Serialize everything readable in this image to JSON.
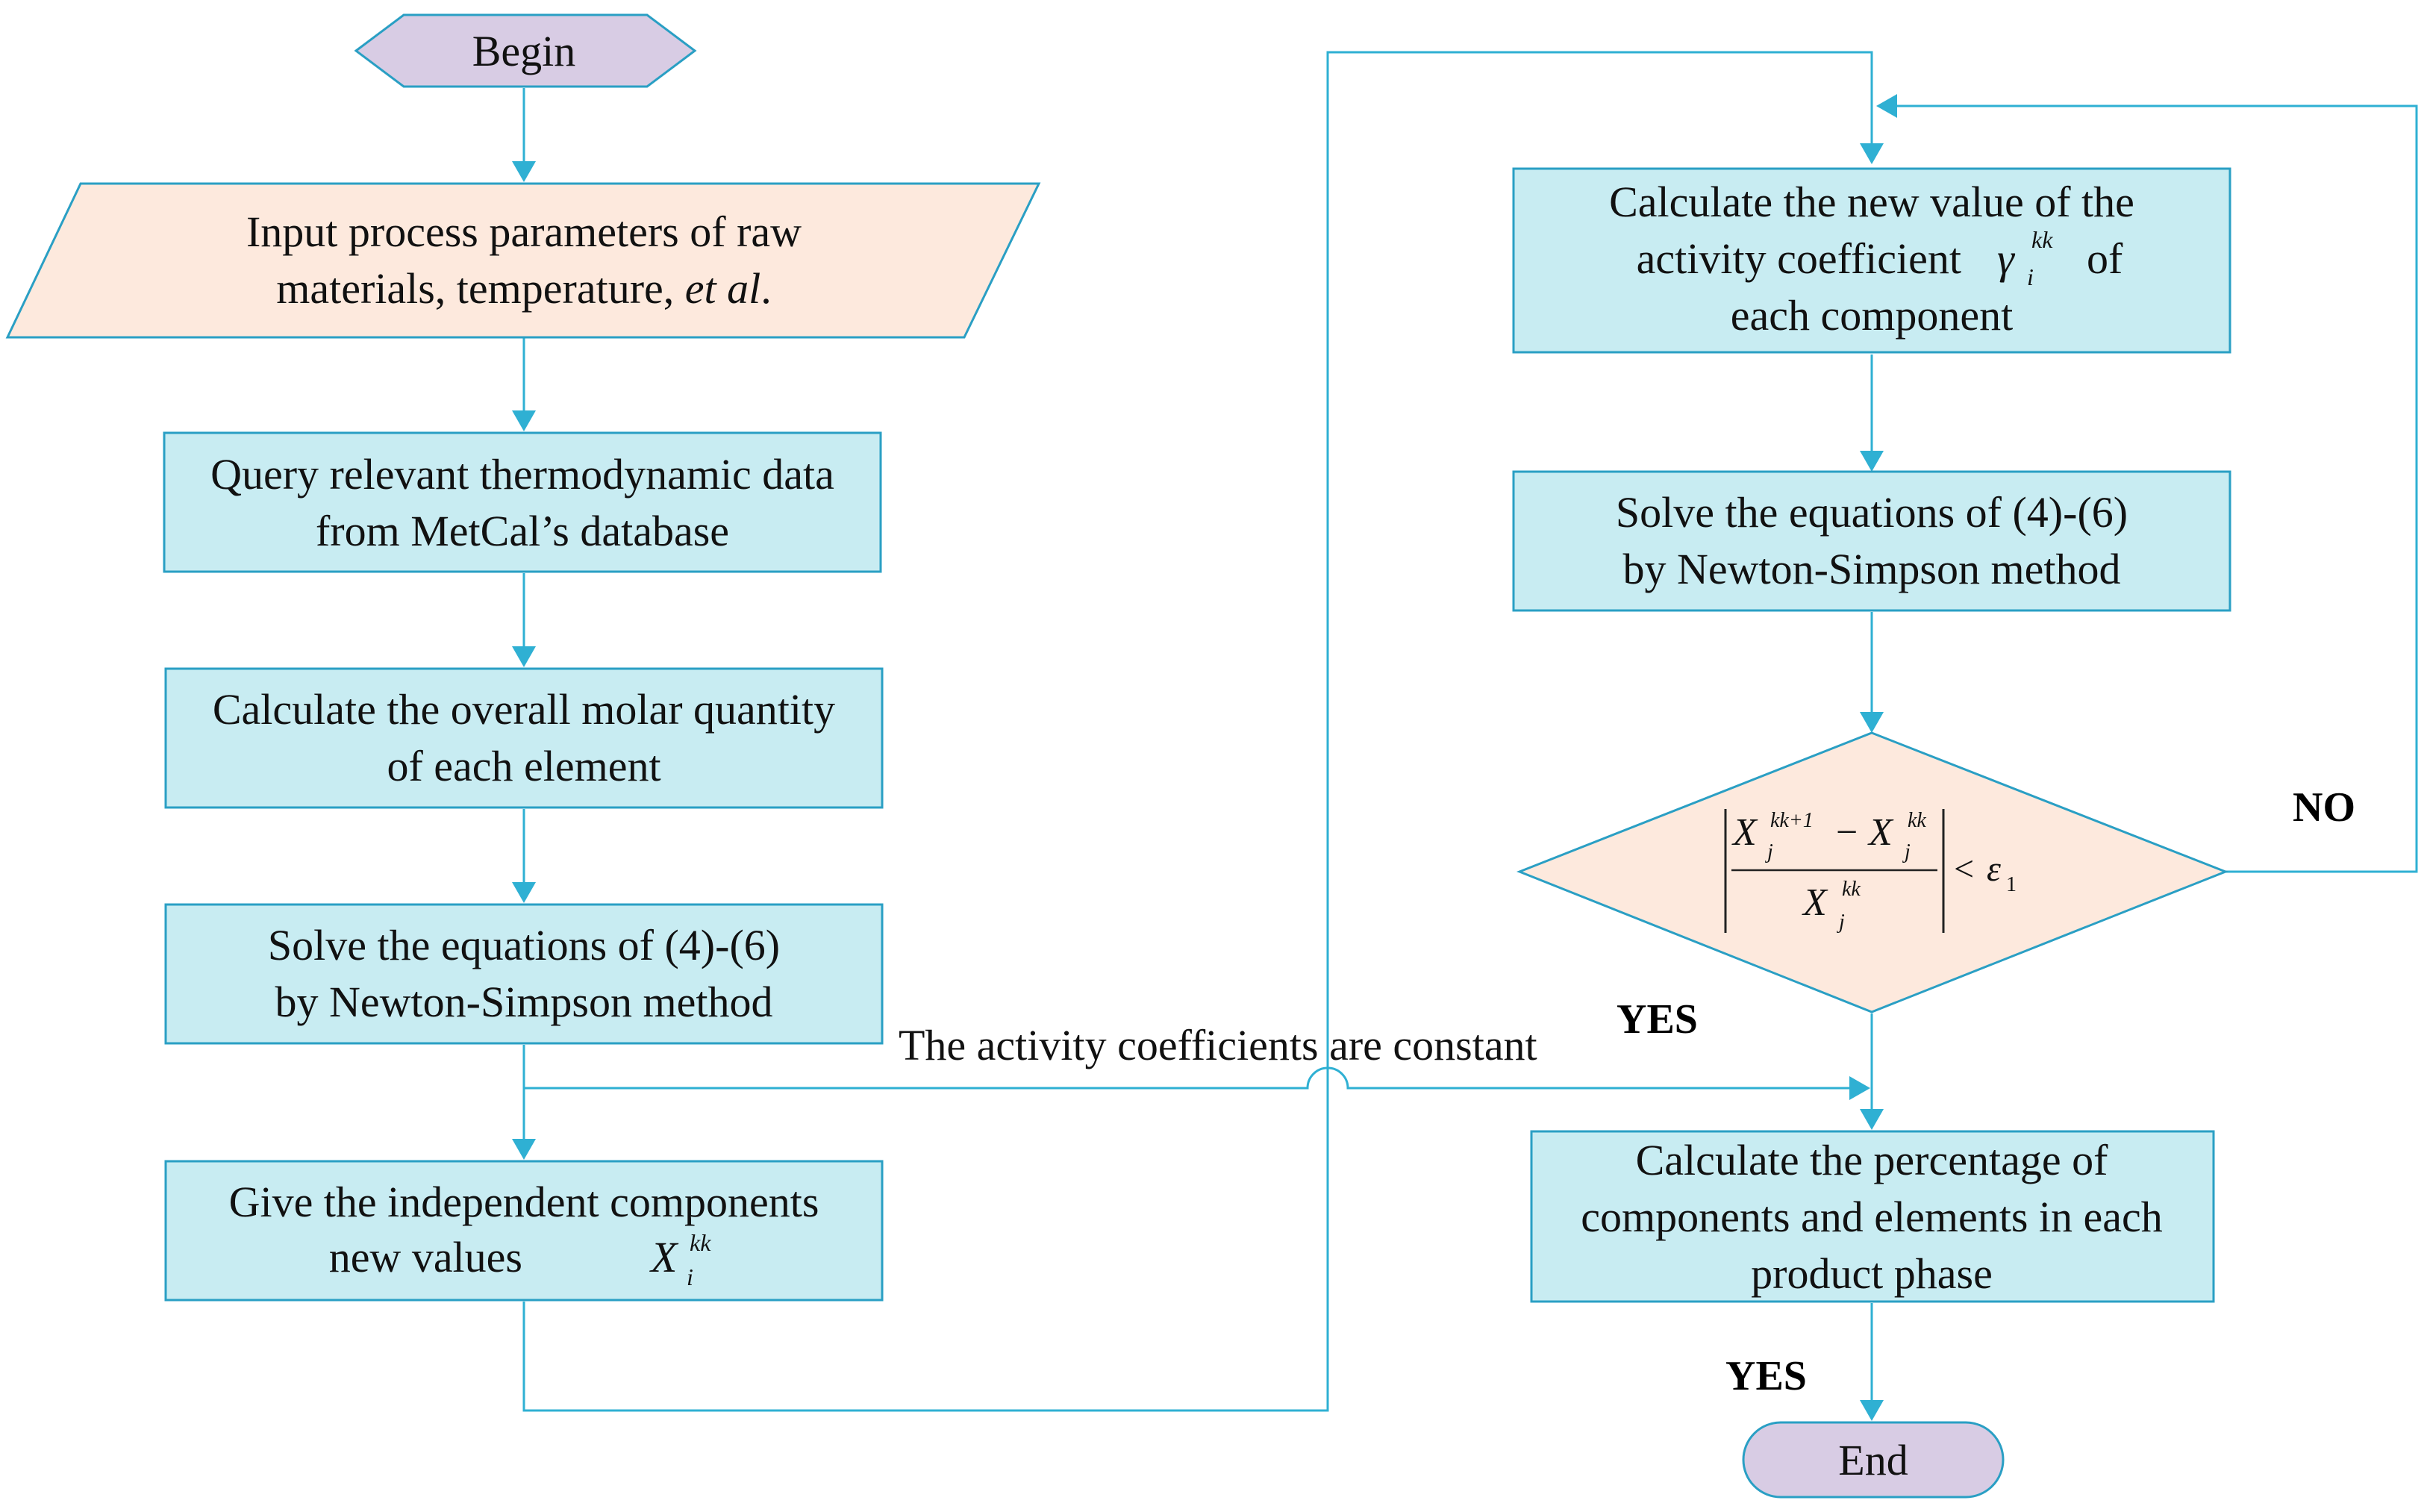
{
  "colors": {
    "process_fill": "#c8ecf2",
    "process_stroke": "#2a9fc4",
    "terminal_fill": "#d8cce4",
    "io_fill": "#fde9dd",
    "decision_fill": "#fde9dd",
    "connector": "#2fb0d3"
  },
  "nodes": {
    "begin": "Begin",
    "input": {
      "line1": "Input process parameters of raw",
      "line2_main": "materials, temperature, ",
      "line2_italic": "et al",
      "line2_end": "."
    },
    "query": {
      "line1": "Query relevant thermodynamic data",
      "line2": "from MetCal’s database"
    },
    "overall": {
      "line1": "Calculate the overall molar quantity",
      "line2": "of each element"
    },
    "solve_left": {
      "line1": "Solve the equations of (4)-(6)",
      "line2": "by Newton-Simpson method"
    },
    "give": {
      "line1": "Give the independent components",
      "line2": "new values",
      "symbol": "X",
      "sup": "kk",
      "sub": "i"
    },
    "activity": {
      "line1": "Calculate the new value of the",
      "line2_pre": "activity coefficient",
      "symbol": "γ",
      "sup": "kk",
      "sub": "i",
      "line2_post": "of",
      "line3": "each component"
    },
    "solve_right": {
      "line1": "Solve the equations of (4)-(6)",
      "line2": "by Newton-Simpson method"
    },
    "decision": {
      "num_a": "X",
      "num_a_sup": "kk+1",
      "num_a_sub": "j",
      "minus": "−",
      "num_b": "X",
      "num_b_sup": "kk",
      "num_b_sub": "j",
      "den": "X",
      "den_sup": "kk",
      "den_sub": "j",
      "lt": "<",
      "eps": "ε",
      "eps_sub": "1"
    },
    "percentage": {
      "line1": "Calculate the percentage of",
      "line2": "components and elements in each",
      "line3": "product phase"
    },
    "end": "End"
  },
  "edge_labels": {
    "constant": "The activity coefficients are constant",
    "no": "NO",
    "yes_decision": "YES",
    "yes_end": "YES"
  }
}
